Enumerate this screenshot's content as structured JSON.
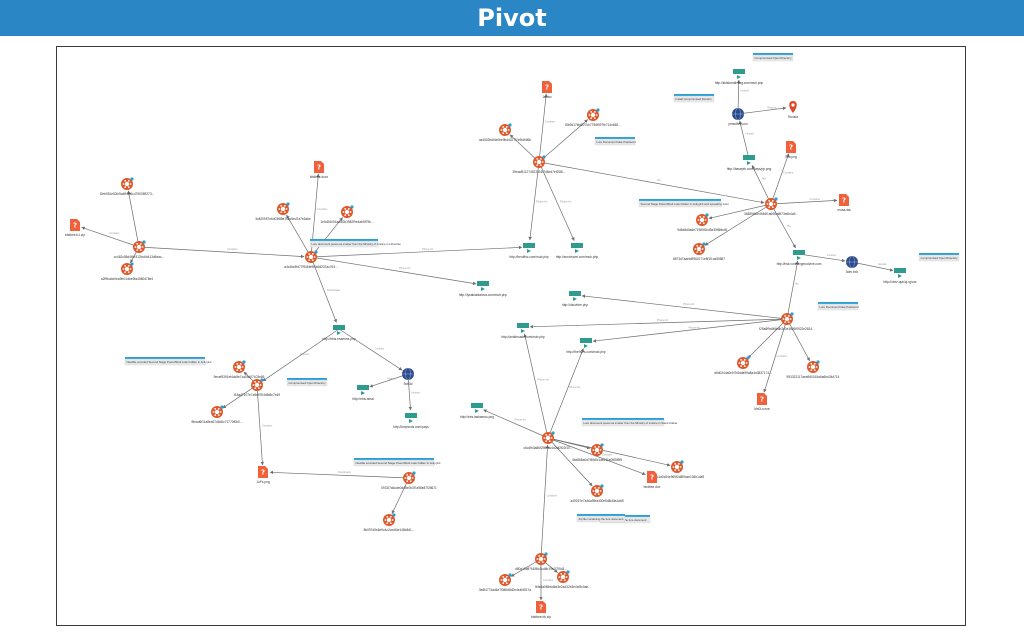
{
  "title": "Pivot",
  "colors": {
    "header": "#2a86c5",
    "host": "#e0572a",
    "file": "#f0603a",
    "url": "#2f9b8f",
    "domain": "#2c4a8a",
    "location": "#e04a2a",
    "note": "#2aa0d8",
    "edge": "#6e6e6e"
  },
  "nodes": [
    {
      "id": "h_center_top",
      "type": "host",
      "label": "39ead911274922301f7d6b47ef20f8..."
    },
    {
      "id": "h_left_center",
      "type": "host",
      "label": "a4c46c5fd77f946fe9f4468237ac763..."
    },
    {
      "id": "h_left",
      "type": "host",
      "label": "cc462c58d4f4e312bc6b413d6eac..."
    },
    {
      "id": "h_bottom_center",
      "type": "host",
      "label": "c6c4fb3a86f298edc4d2df2f22f10..."
    },
    {
      "id": "h_right",
      "type": "host",
      "label": "f25a8f9a9f6bdb2c0e3b26f0922e2814..."
    },
    {
      "id": "h_right_top",
      "type": "host",
      "label": "34889f40e4946f1a66f5a8f73e6b4a9..."
    },
    {
      "id": "h_left_lower",
      "type": "host",
      "label": "f18a47107e7a9ef7f04dfb8e7e49"
    },
    {
      "id": "h_bottom",
      "type": "host",
      "label": "d80a19bff761f8fc2cd6b19e7f7f0d3..."
    },
    {
      "id": "h_mid_lower",
      "type": "host",
      "label": "0931f7a6cde0d45e0b3f7a98e87f28671"
    },
    {
      "id": "h_s1",
      "type": "host",
      "label": "ca4502bdf4e0be9bd4027f7e9fdf4f6b"
    },
    {
      "id": "h_s2",
      "type": "host",
      "label": "f5b9d17bb8f27cb7798f097fe714c648..."
    },
    {
      "id": "h_s3",
      "type": "host",
      "label": "f2eb951e52fc9a4ff4f96c4790089273..."
    },
    {
      "id": "h_s4",
      "type": "host",
      "label": "a2f9ba4e0ea9fe11dbe9fa4080d78e4"
    },
    {
      "id": "h_s5",
      "type": "host",
      "label": "3c820957e6d03f88e15ac5ed7a7e3a6e"
    },
    {
      "id": "h_s6",
      "type": "host",
      "label": "1e5d2d031ad4f2b3982f9e4ab5f79b..."
    },
    {
      "id": "h_s7",
      "type": "host",
      "label": "9d8e8d0a6e71985f2cd5e35f8bbd8"
    },
    {
      "id": "h_s8",
      "type": "host",
      "label": "8873d7aaefd9960171e8f1f1cd65887"
    },
    {
      "id": "h_s9",
      "type": "host",
      "label": "a5d0244a0e07b5dda99a8a4a3837174..."
    },
    {
      "id": "h_s10",
      "type": "host",
      "label": "593322117aea960015a6a6bd34d714"
    },
    {
      "id": "h_s11",
      "type": "host",
      "label": "a49267e7a46a95fa400e5d8c6fa1a68"
    },
    {
      "id": "h_s12",
      "type": "host",
      "label": "f8ead6f11a8ea97d6d0c71770f0b0..."
    },
    {
      "id": "h_s13",
      "type": "host",
      "label": "4bd868a0d7f4fb5c1ae211e0f85f9f9"
    },
    {
      "id": "h_s14",
      "type": "host",
      "label": "8b097d5e6e9c4c2cedf4e146b8d1..."
    },
    {
      "id": "h_s15",
      "type": "host",
      "label": "3e8f4774a46e7f3f6fd8d2e4e4fd517a"
    },
    {
      "id": "h_s16",
      "type": "host",
      "label": "fbfe6a0f6bbd6d3e2a432b3e4bf3c0ab..."
    },
    {
      "id": "h_s17",
      "type": "host",
      "label": "9ecef5391ef4dc8e7ca04d07403e85"
    },
    {
      "id": "h_s18",
      "type": "host",
      "label": "b167c1a0c54e969f2d8f9cae136b1da9"
    },
    {
      "id": "f1",
      "type": "file",
      "label": "1a.doc"
    },
    {
      "id": "f2",
      "type": "file",
      "label": "bbdbee.docx"
    },
    {
      "id": "f3",
      "type": "file",
      "label": "bbdbee.b1.zip"
    },
    {
      "id": "f4",
      "type": "file",
      "label": "Ivrb.png"
    },
    {
      "id": "f5",
      "type": "file",
      "label": "1oFs.png"
    },
    {
      "id": "f6",
      "type": "file",
      "label": "mosa.dat"
    },
    {
      "id": "f7",
      "type": "file",
      "label": "Mx0Ls.exe"
    },
    {
      "id": "f8",
      "type": "file",
      "label": "bbdbee.doc"
    },
    {
      "id": "f9",
      "type": "file",
      "label": "bbdbee.bb.zip"
    },
    {
      "id": "u1",
      "type": "url",
      "label": "http://beotifsc.com/mub.php"
    },
    {
      "id": "u2",
      "type": "url",
      "label": "http://eurotravel.com/mub.php"
    },
    {
      "id": "u3",
      "type": "url",
      "label": "http://lysaklabtalova.com/mub.php"
    },
    {
      "id": "u4",
      "type": "url",
      "label": "http://ebis.enamine.php"
    },
    {
      "id": "u5",
      "type": "url",
      "label": "http://dzcvbbe.php"
    },
    {
      "id": "u6",
      "type": "url",
      "label": "http://ebis.amal"
    },
    {
      "id": "u7",
      "type": "url",
      "label": "http://ebs.lasbamus.png"
    },
    {
      "id": "u8",
      "type": "url",
      "label": "http://antidecadv.com/mub.php"
    },
    {
      "id": "u9",
      "type": "url",
      "label": "http://thehyes.com/mub.php"
    },
    {
      "id": "u10",
      "type": "url",
      "label": "http://kidskreativitag.com/mub.php"
    },
    {
      "id": "u11",
      "type": "url",
      "label": "http://bsk.vonbangmodvive.com"
    },
    {
      "id": "u12",
      "type": "url",
      "label": "http://baseptb.com/pays/pp.png"
    },
    {
      "id": "u13",
      "type": "url",
      "label": "http://bmpsnds.com/pays"
    },
    {
      "id": "u14",
      "type": "url",
      "label": "http://cimz.qub/zj.rg/vzz"
    },
    {
      "id": "d1",
      "type": "domain",
      "label": "petsoffer.com"
    },
    {
      "id": "d2",
      "type": "domain",
      "label": "9ob3d"
    },
    {
      "id": "d3",
      "type": "domain",
      "label": "5der.info"
    },
    {
      "id": "l1",
      "type": "location",
      "label": "Russia"
    }
  ],
  "notes": [
    {
      "text": "Zip file containing the lure document"
    },
    {
      "text": "Lure document poses as a letter from the Ministry of Justice in Lithuania"
    },
    {
      "text": "Lure Document Fake Password"
    },
    {
      "text": "Install Compromised Domain"
    },
    {
      "text": "Compromised Open Directory"
    },
    {
      "text": "Second Stage PowerShell code hidden in Jetty.jinit and spreading lures"
    },
    {
      "text": "Compromised Open Directory"
    },
    {
      "text": "Lure Document Fake Password"
    },
    {
      "text": "NewWe encoded Second Stage PowerShell code hidden in Jetty.jinit"
    },
    {
      "text": "Compromised Open Directory"
    },
    {
      "text": "NewWe encoded Second Stage PowerShell code hidden in Jetty.jinit"
    },
    {
      "text": "Lure document poses as a letter from the Ministry of Justice in Saudi Arabia"
    },
    {
      "text": "Zip file containing the lure document"
    }
  ],
  "edge_labels": [
    "Phone-hit",
    "Contains",
    "Downloads",
    "Reports",
    "Hosted",
    "Via"
  ]
}
